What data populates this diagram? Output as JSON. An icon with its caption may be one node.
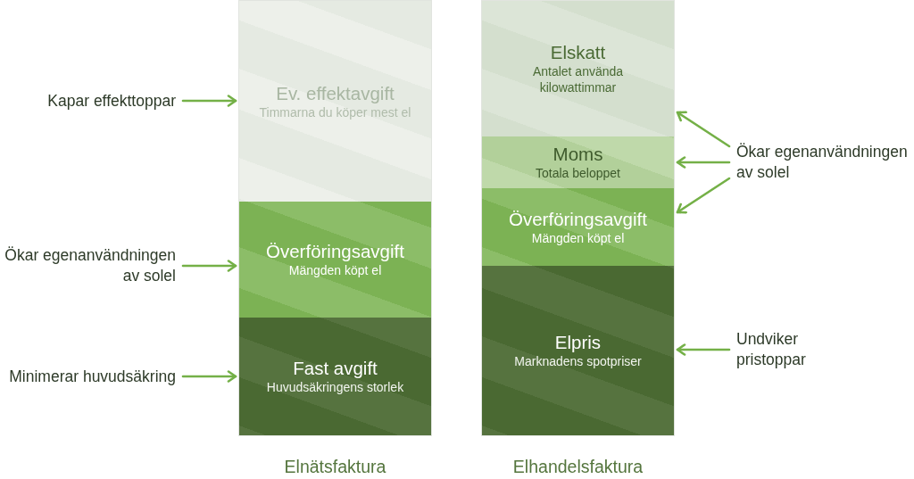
{
  "diagram": {
    "nodes": [
      {
        "text": [],
        "shape": "bar"
      },
      {
        "text": [
          "Ev. effektavgift",
          "Timmarna du köper mest el"
        ],
        "in": 0
      },
      {
        "text": [
          "Överföringsavgift",
          "Mängden köpt el"
        ],
        "in": 0
      },
      {
        "text": [
          "Fast avgift",
          "Huvudsäkringens storlek"
        ],
        "in": 0
      },
      {
        "text": [],
        "shape": "bar"
      },
      {
        "text": [
          "Elskatt",
          "Antalet använda kilowattimmar"
        ],
        "in": 4
      },
      {
        "text": [
          "Moms",
          "Totala beloppet"
        ],
        "in": 4
      },
      {
        "text": [
          "Överföringsavgift",
          "Mängden köpt el"
        ],
        "in": 4
      },
      {
        "text": [
          "Elpris",
          "Marknadens spotpriser"
        ],
        "in": 4
      },
      {
        "text": [
          "Kapar effekttoppar"
        ]
      },
      {
        "text": [
          "Ökar egenanvändningen av solel"
        ]
      },
      {
        "text": [
          "Minimerar huvudsäkring"
        ]
      },
      {
        "text": [
          "Ökar egenanvändningen av solel"
        ]
      },
      {
        "text": [
          "Undviker pristoppar"
        ]
      }
    ],
    "edges": [
      {
        "from": 9,
        "to": 1,
        "arrow": "to"
      },
      {
        "from": 10,
        "to": 2,
        "arrow": "to"
      },
      {
        "from": 11,
        "to": 3,
        "arrow": "to"
      },
      {
        "from": 12,
        "to": 5,
        "arrow": "to"
      },
      {
        "from": 12,
        "to": 6,
        "arrow": "to"
      },
      {
        "from": 12,
        "to": 7,
        "arrow": "to"
      },
      {
        "from": 13,
        "to": 8,
        "arrow": "to"
      }
    ],
    "labels": [
      "Elnätsfaktura",
      "Elhandelsfaktura"
    ]
  }
}
